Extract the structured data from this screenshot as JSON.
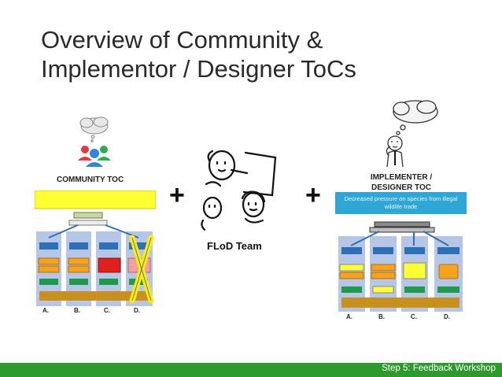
{
  "slide": {
    "title_line1": "Overview of Community &",
    "title_line2": "Implementor / Designer ToCs",
    "footer": "Step 5: Feedback Workshop"
  },
  "community": {
    "label": "COMMUNITY TOC",
    "columns": [
      "A.",
      "B.",
      "C.",
      "D."
    ]
  },
  "flod": {
    "label": "FLoD Team"
  },
  "implementer": {
    "label_line1": "IMPLEMENTER /",
    "label_line2": "DESIGNER TOC",
    "goal": "Decreased pressure on species from illegal wildlife trade",
    "columns": [
      "A.",
      "B.",
      "C.",
      "D."
    ]
  },
  "symbols": {
    "plus": "+"
  },
  "colors": {
    "footer_green": "#2c9a2c",
    "goal_yellow": "#ffff33",
    "goal_blue": "#2fa7d6",
    "box_blue": "#2f6fb6",
    "box_green": "#1d9a4a",
    "box_orange": "#f6a21a",
    "box_red": "#e0201c",
    "bar_brown": "#c8901c",
    "column_bg": "#8fa8d8"
  }
}
